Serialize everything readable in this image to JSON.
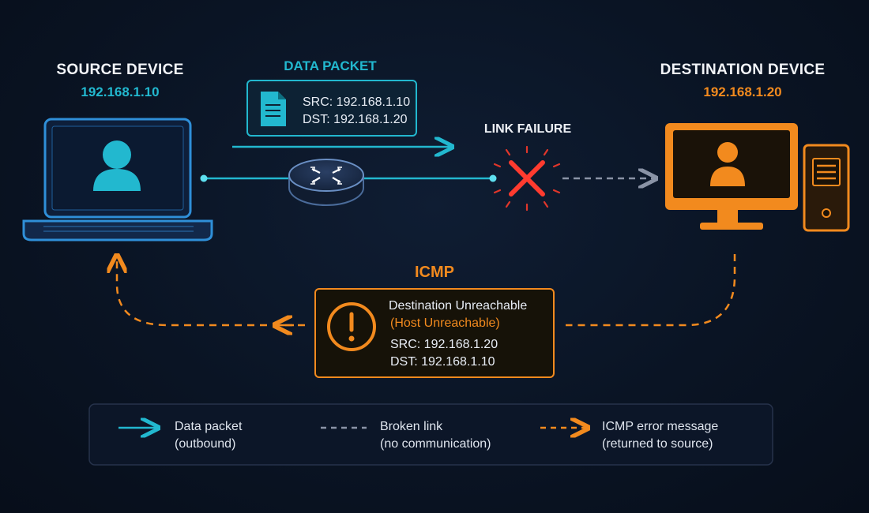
{
  "source": {
    "title": "SOURCE DEVICE",
    "ip": "192.168.1.10"
  },
  "destination": {
    "title": "DESTINATION DEVICE",
    "ip": "192.168.1.20"
  },
  "data_packet": {
    "title": "DATA PACKET",
    "src": "SRC: 192.168.1.10",
    "dst": "DST: 192.168.1.20"
  },
  "link_failure": {
    "label": "LINK FAILURE"
  },
  "icmp": {
    "title": "ICMP",
    "message": "Destination Unreachable",
    "sub_message": "(Host Unreachable)",
    "src": "SRC: 192.168.1.20",
    "dst": "DST: 192.168.1.10"
  },
  "legend": {
    "items": [
      {
        "line1": "Data packet",
        "line2": "(outbound)"
      },
      {
        "line1": "Broken link",
        "line2": "(no communication)"
      },
      {
        "line1": "ICMP error message",
        "line2": "(returned to source)"
      }
    ]
  },
  "colors": {
    "accent_cyan": "#22b8cf",
    "accent_orange": "#f28a1e",
    "failure_red": "#ff3b2f",
    "broken_gray": "#8a93a6"
  }
}
